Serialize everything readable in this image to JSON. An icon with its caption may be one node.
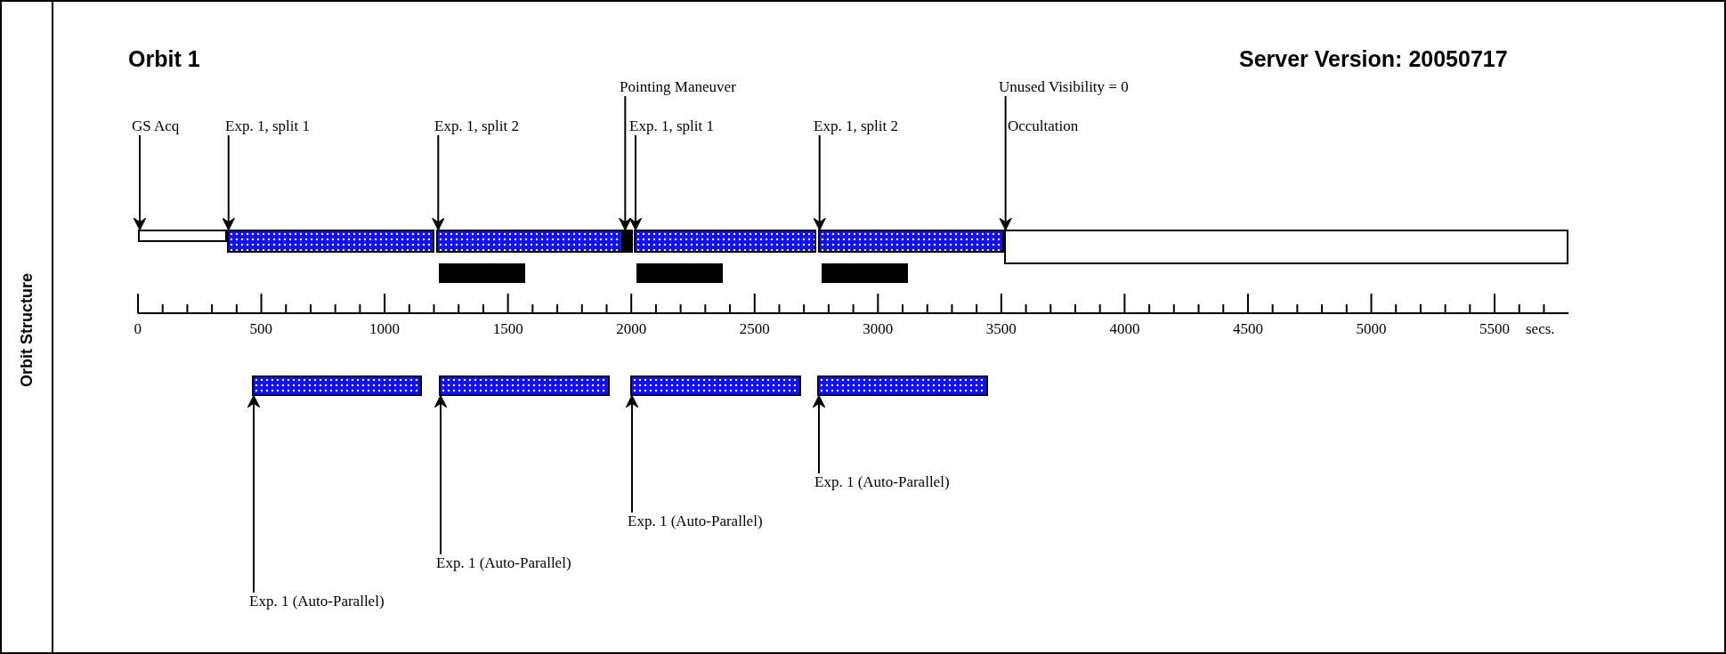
{
  "diagram": {
    "nodes": [
      {
        "text": [
          "GS Acq"
        ]
      },
      {
        "text": [
          "Exp. 1, split 1"
        ]
      },
      {
        "text": [
          "Exp. 1, split 2"
        ]
      },
      {
        "text": [
          "Pointing Maneuver"
        ]
      },
      {
        "text": [
          "Exp. 1, split 1"
        ]
      },
      {
        "text": [
          "Exp. 1, split 2"
        ]
      },
      {
        "text": [
          "Unused Visibility = 0"
        ]
      },
      {
        "text": [],
        "shape": "bar"
      },
      {
        "text": [],
        "shape": "bar"
      },
      {
        "text": [],
        "shape": "bar"
      },
      {
        "text": [],
        "shape": "bar"
      },
      {
        "text": [],
        "shape": "bar"
      },
      {
        "text": [],
        "shape": "bar"
      },
      {
        "text": [],
        "shape": "bar"
      },
      {
        "text": [],
        "shape": "bar"
      },
      {
        "text": [],
        "shape": "bar"
      },
      {
        "text": [],
        "shape": "bar"
      },
      {
        "text": [],
        "shape": "bar"
      },
      {
        "text": [],
        "shape": "bar"
      },
      {
        "text": [],
        "shape": "bar"
      },
      {
        "text": [],
        "shape": "bar"
      },
      {
        "text": [
          "Exp. 1 (Auto-Parallel)"
        ]
      },
      {
        "text": [
          "Exp. 1 (Auto-Parallel)"
        ]
      },
      {
        "text": [
          "Exp. 1 (Auto-Parallel)"
        ]
      },
      {
        "text": [
          "Exp. 1 (Auto-Parallel)"
        ]
      }
    ],
    "edges": [
      {
        "from": 0,
        "to": 7,
        "arrow": "to"
      },
      {
        "from": 1,
        "to": 8,
        "arrow": "to"
      },
      {
        "from": 2,
        "to": 9,
        "arrow": "to"
      },
      {
        "from": 3,
        "to": 10,
        "arrow": "to"
      },
      {
        "from": 4,
        "to": 11,
        "arrow": "to"
      },
      {
        "from": 5,
        "to": 12,
        "arrow": "to"
      },
      {
        "from": 6,
        "to": 13,
        "arrow": "to"
      },
      {
        "from": 21,
        "to": 17,
        "arrow": "to"
      },
      {
        "from": 22,
        "to": 18,
        "arrow": "to"
      },
      {
        "from": 23,
        "to": 19,
        "arrow": "to"
      },
      {
        "from": 24,
        "to": 20,
        "arrow": "to"
      }
    ],
    "labels": [
      "Orbit Structure",
      "Orbit 1",
      "Server Version: 20050717",
      "Occultation",
      "0",
      "500",
      "1000",
      "1500",
      "2000",
      "2500",
      "3000",
      "3500",
      "4000",
      "4500",
      "5000",
      "5500",
      "secs."
    ]
  }
}
